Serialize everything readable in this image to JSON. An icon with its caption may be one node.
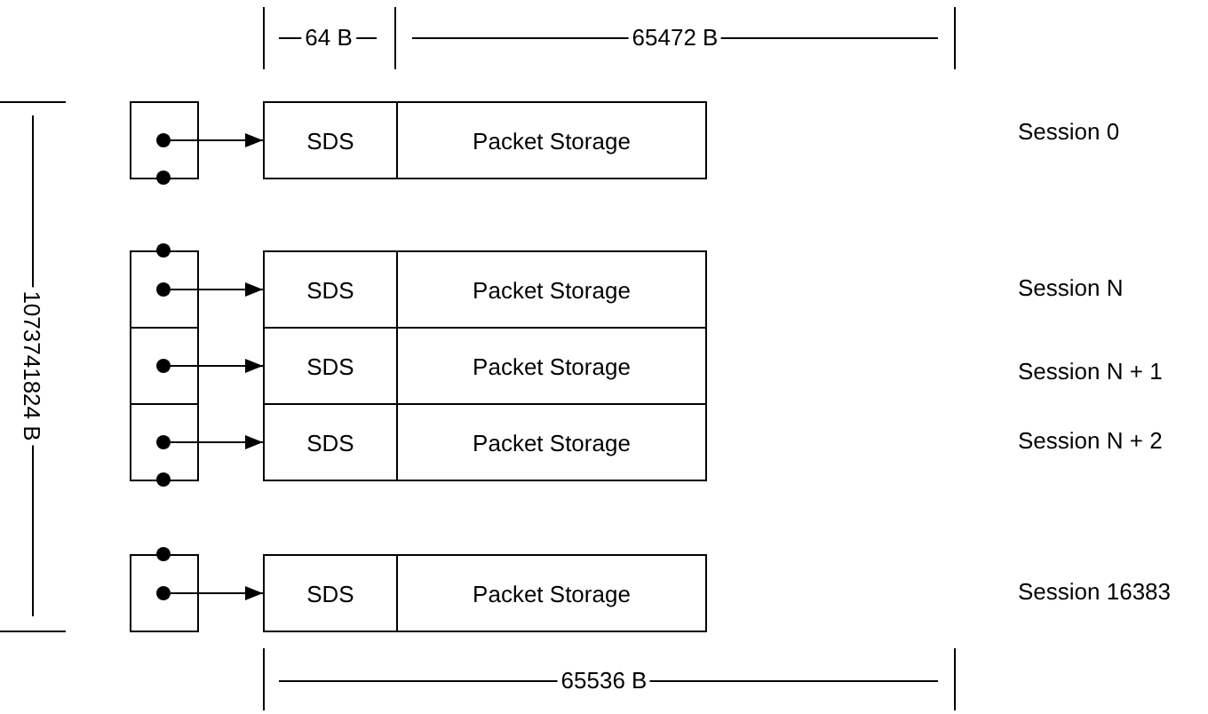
{
  "diagram": {
    "nodes": [
      {
        "text": [],
        "shape": "box"
      },
      {
        "text": [],
        "shape": "circle",
        "in": 0
      },
      {
        "text": [
          "SDS"
        ]
      },
      {
        "text": [
          "Packet Storage"
        ]
      },
      {
        "text": [],
        "shape": "box"
      },
      {
        "text": [],
        "shape": "circle",
        "in": 4
      },
      {
        "text": [
          "SDS"
        ]
      },
      {
        "text": [
          "Packet Storage"
        ]
      },
      {
        "text": [],
        "shape": "box"
      },
      {
        "text": [],
        "shape": "circle",
        "in": 8
      },
      {
        "text": [
          "SDS"
        ]
      },
      {
        "text": [
          "Packet Storage"
        ]
      },
      {
        "text": [],
        "shape": "box"
      },
      {
        "text": [],
        "shape": "circle",
        "in": 12
      },
      {
        "text": [
          "SDS"
        ]
      },
      {
        "text": [
          "Packet Storage"
        ]
      },
      {
        "text": [],
        "shape": "box"
      },
      {
        "text": [],
        "shape": "circle",
        "in": 16
      },
      {
        "text": [
          "SDS"
        ]
      },
      {
        "text": [
          "Packet Storage"
        ]
      }
    ],
    "edges": [
      {
        "from": 1,
        "to": 2,
        "arrow": "to"
      },
      {
        "from": 5,
        "to": 6,
        "arrow": "to"
      },
      {
        "from": 9,
        "to": 10,
        "arrow": "to"
      },
      {
        "from": 13,
        "to": 14,
        "arrow": "to"
      },
      {
        "from": 17,
        "to": 18,
        "arrow": "to"
      }
    ],
    "labels": [
      "64 B",
      "65472 B",
      "1073741824 B",
      "Session 0",
      "Session N",
      "Session N + 1",
      "Session N + 2",
      "Session 16383",
      "65536 B"
    ]
  }
}
